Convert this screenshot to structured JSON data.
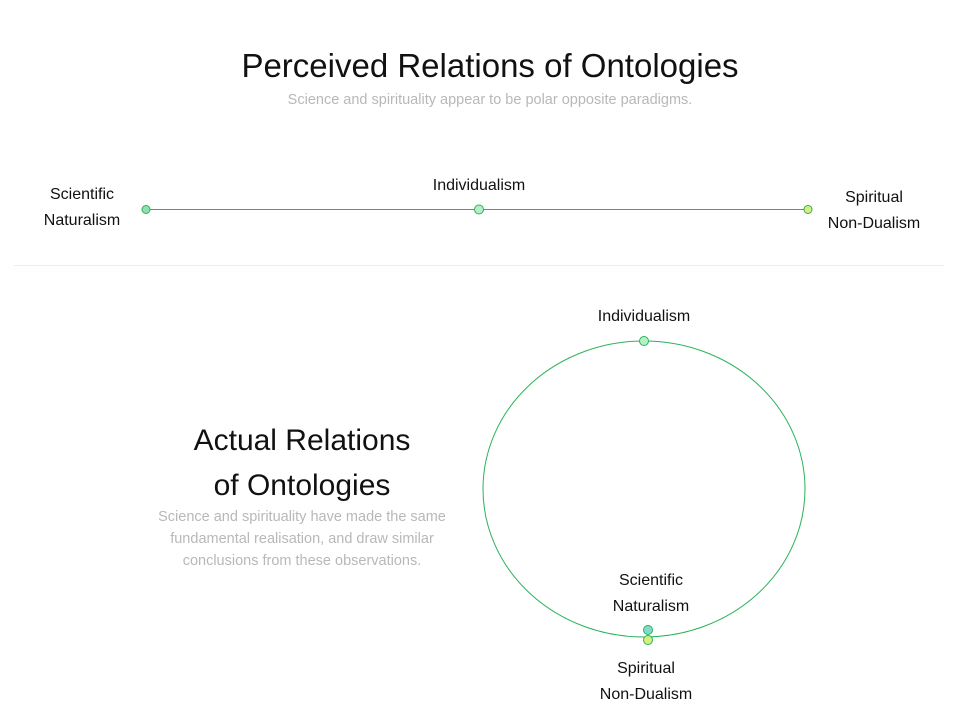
{
  "top": {
    "title": "Perceived Relations of Ontologies",
    "subtitle": "Science and spirituality appear to be polar opposite paradigms.",
    "labels": {
      "scientific": [
        "Scientific",
        "Naturalism"
      ],
      "individualism": "Individualism",
      "spiritual": [
        "Spiritual",
        "Non-Dualism"
      ]
    }
  },
  "bottom": {
    "title": [
      "Actual Relations",
      "of Ontologies"
    ],
    "subtitle": [
      "Science and spirituality have made the same",
      "fundamental realisation, and draw similar",
      "conclusions from these observations."
    ],
    "labels": {
      "individualism": "Individualism",
      "scientific": [
        "Scientific",
        "Naturalism"
      ],
      "spiritual": [
        "Spiritual",
        "Non-Dualism"
      ]
    }
  },
  "colors": {
    "line": "#2bb25a",
    "node_green": "#8fe0b0",
    "node_teal": "#7fdcc9",
    "node_yellow": "#d6ee7e",
    "subtitle": "#b8b8b8"
  }
}
